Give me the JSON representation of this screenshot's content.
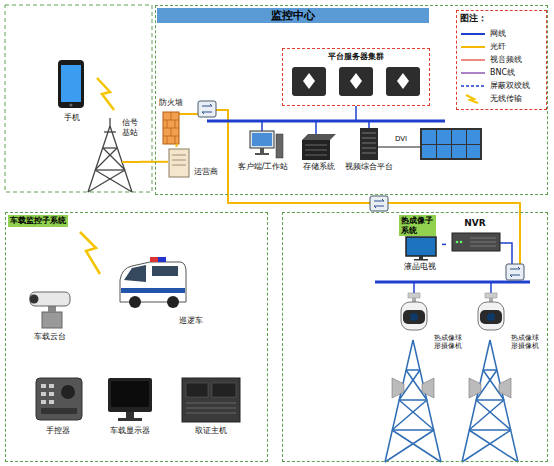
{
  "diagram": {
    "nodes": [
      {
        "text": [
          "监控中心"
        ]
      },
      {
        "text": [
          "平台服务器集群"
        ],
        "in": 0
      },
      {
        "text": [
          "手机"
        ]
      },
      {
        "text": [
          "信号基站"
        ]
      },
      {
        "text": [
          "防火墙"
        ],
        "in": 0
      },
      {
        "text": [
          "运营商"
        ],
        "in": 0
      },
      {
        "text": [
          "客户端/工作站"
        ],
        "in": 0
      },
      {
        "text": [
          "存储系统"
        ],
        "in": 0
      },
      {
        "text": [
          "视频综合平台"
        ],
        "in": 0
      },
      {
        "text": [
          "车载监控子系统"
        ]
      },
      {
        "text": [
          "车载云台"
        ],
        "in": 9
      },
      {
        "text": [
          "巡逻车"
        ],
        "in": 9
      },
      {
        "text": [
          "手控器"
        ],
        "in": 9
      },
      {
        "text": [
          "车载显示器"
        ],
        "in": 9
      },
      {
        "text": [
          "取证主机"
        ],
        "in": 9
      },
      {
        "text": [
          "热成像子系统"
        ]
      },
      {
        "text": [
          "液晶电视"
        ],
        "in": 15
      },
      {
        "text": [
          "NVR"
        ],
        "in": 15
      },
      {
        "text": [
          "热成像球形摄像机"
        ],
        "in": 15
      },
      {
        "text": [
          "热成像球形摄像机"
        ],
        "in": 15
      }
    ],
    "edges": [
      {
        "from": 3,
        "to": 5,
        "arrow": "none"
      },
      {
        "from": 4,
        "to": 5,
        "arrow": "none"
      },
      {
        "from": 16,
        "to": 17,
        "arrow": "none"
      }
    ],
    "labels": [
      "图注：",
      "DVI"
    ],
    "legend": [
      {
        "text": "网线"
      },
      {
        "text": "光纤"
      },
      {
        "text": "视音频线"
      },
      {
        "text": "BNC线"
      },
      {
        "text": "屏蔽双绞线"
      },
      {
        "text": "无线传输"
      }
    ]
  }
}
